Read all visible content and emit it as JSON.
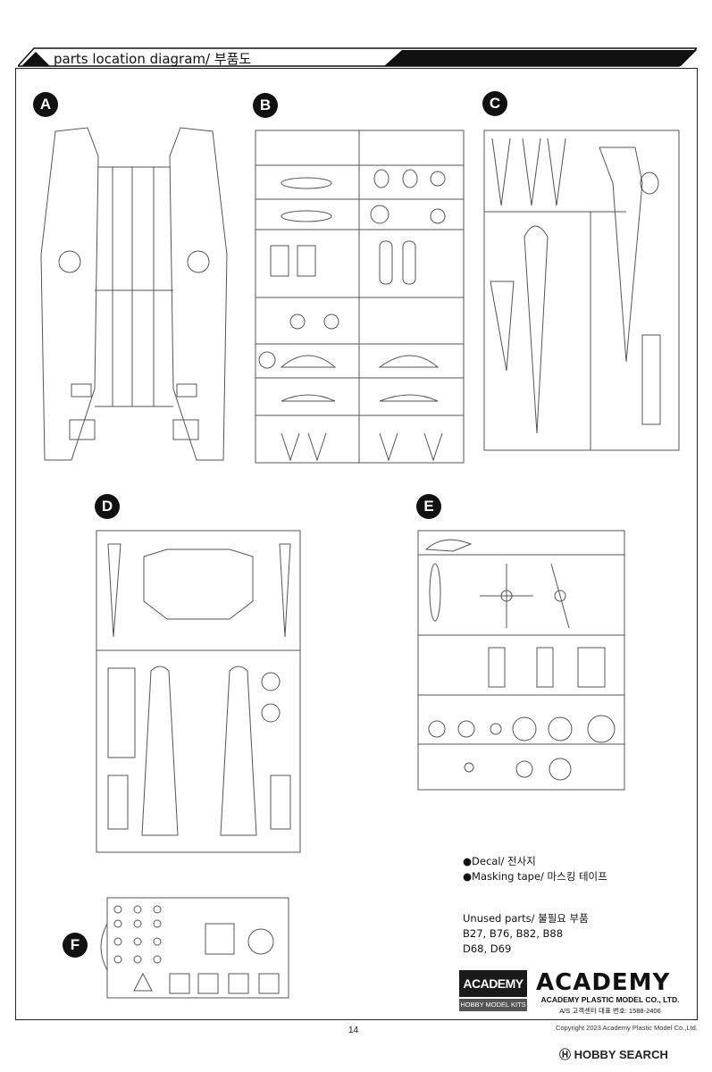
{
  "header": {
    "title": "parts location diagram/ 부품도"
  },
  "sprues": [
    {
      "letter": "A"
    },
    {
      "letter": "B"
    },
    {
      "letter": "C"
    },
    {
      "letter": "D"
    },
    {
      "letter": "E"
    },
    {
      "letter": "F"
    }
  ],
  "notes": {
    "decal": "●Decal/ 전사지",
    "masking": "●Masking tape/ 마스킹 테이프"
  },
  "unused": {
    "title": "Unused parts/ 불필요 부품",
    "line1": "B27, B76, B82, B88",
    "line2": "D68, D69"
  },
  "logo_small": {
    "top": "ACADEMY",
    "bottom": "HOBBY MODEL KITS"
  },
  "logo_big": {
    "name": "ACADEMY",
    "company": "ACADEMY PLASTIC MODEL CO., LTD.",
    "service": "A/S 고객센터 대표 번호: 1588-2406"
  },
  "page_number": "14",
  "copyright": "Copyright 2023 Academy Plastic Model Co.,Ltd.",
  "watermark": "HOBBY SEARCH"
}
